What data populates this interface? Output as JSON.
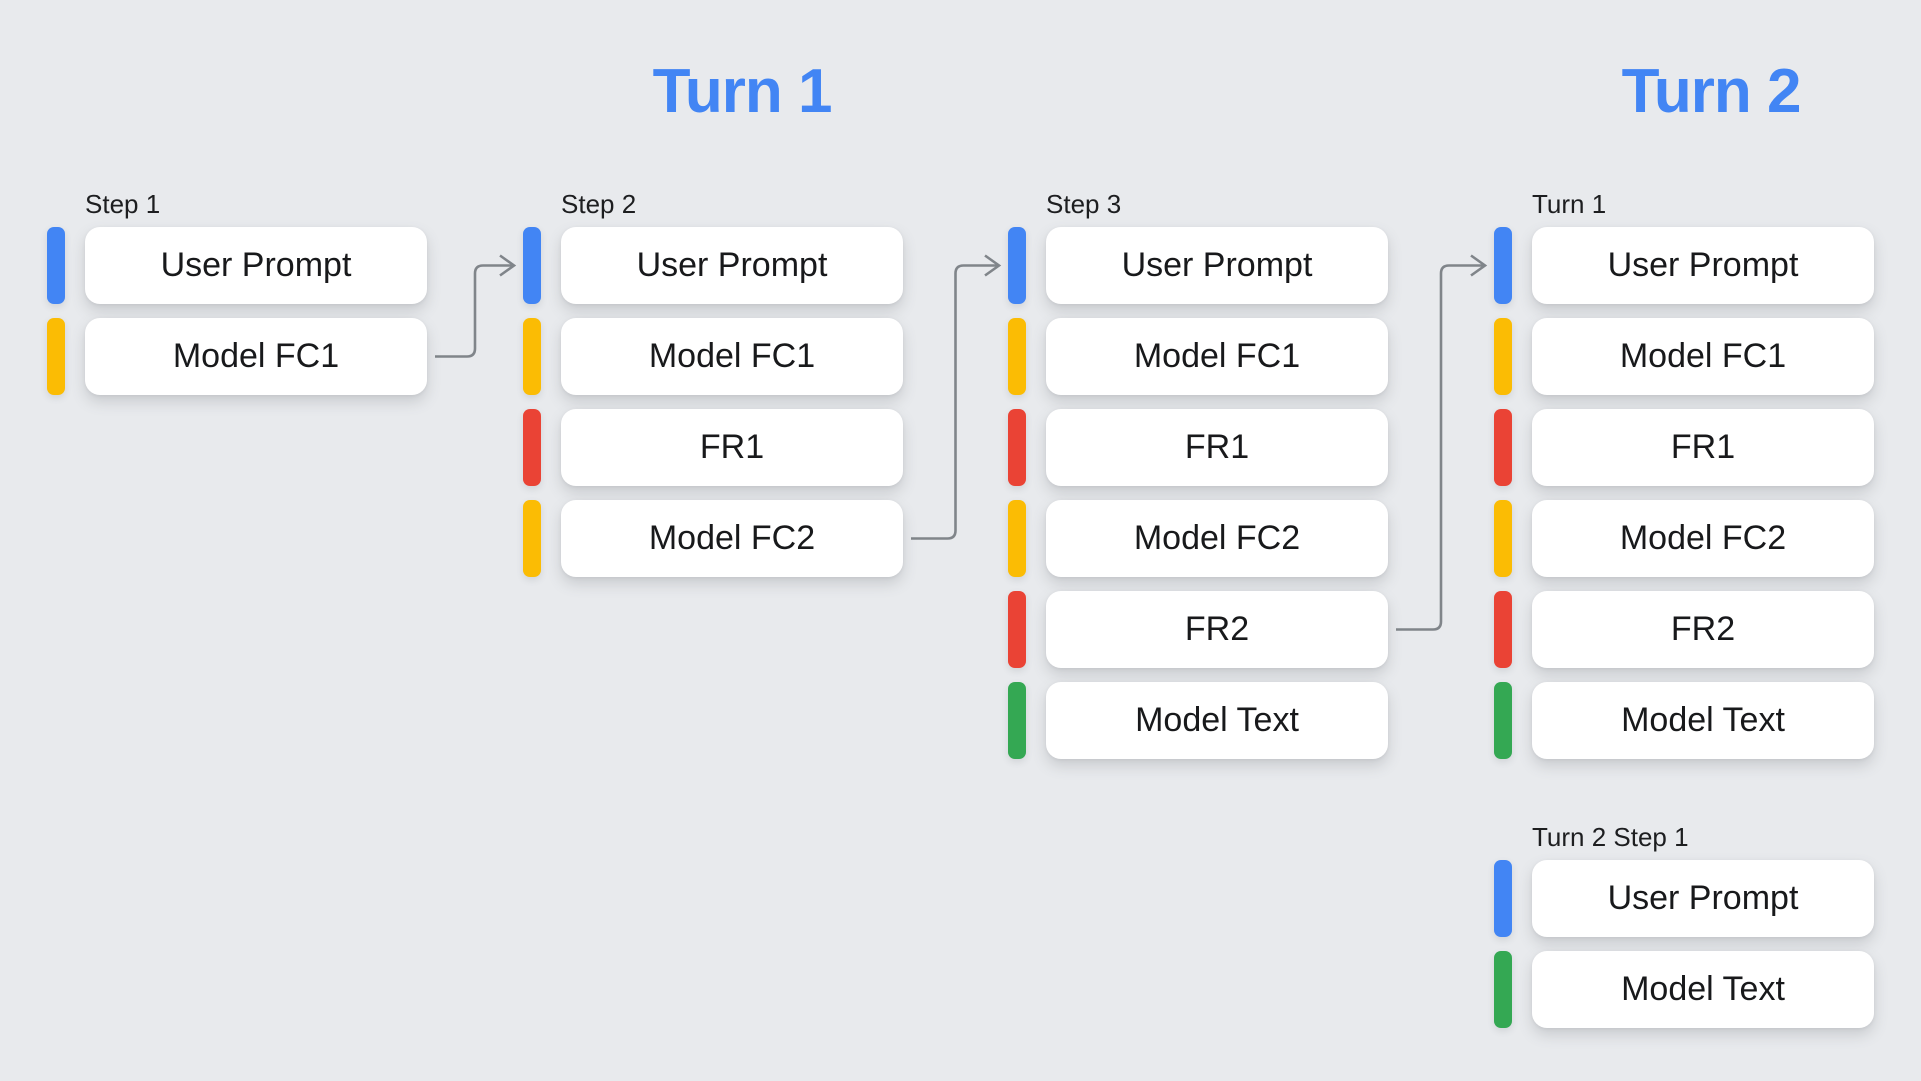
{
  "titles": {
    "turn1": "Turn 1",
    "turn2": "Turn 2"
  },
  "colors": {
    "background": "#E8EAED",
    "card": "#FFFFFF",
    "card_text": "#18191B",
    "label_text": "#1D1E20",
    "title": "#4285F4",
    "arrow": "#80858A",
    "blue": "#4285F4",
    "yellow": "#FBBC04",
    "red": "#EA4335",
    "green": "#34A853"
  },
  "columns": [
    {
      "label": "Step 1",
      "items": [
        {
          "text": "User Prompt",
          "color": "blue"
        },
        {
          "text": "Model FC1",
          "color": "yellow"
        }
      ]
    },
    {
      "label": "Step 2",
      "items": [
        {
          "text": "User Prompt",
          "color": "blue"
        },
        {
          "text": "Model FC1",
          "color": "yellow"
        },
        {
          "text": "FR1",
          "color": "red"
        },
        {
          "text": "Model FC2",
          "color": "yellow"
        }
      ]
    },
    {
      "label": "Step 3",
      "items": [
        {
          "text": "User Prompt",
          "color": "blue"
        },
        {
          "text": "Model FC1",
          "color": "yellow"
        },
        {
          "text": "FR1",
          "color": "red"
        },
        {
          "text": "Model FC2",
          "color": "yellow"
        },
        {
          "text": "FR2",
          "color": "red"
        },
        {
          "text": "Model Text",
          "color": "green"
        }
      ]
    },
    {
      "label": "Turn 1",
      "items": [
        {
          "text": "User Prompt",
          "color": "blue"
        },
        {
          "text": "Model FC1",
          "color": "yellow"
        },
        {
          "text": "FR1",
          "color": "red"
        },
        {
          "text": "Model FC2",
          "color": "yellow"
        },
        {
          "text": "FR2",
          "color": "red"
        },
        {
          "text": "Model Text",
          "color": "green"
        }
      ]
    },
    {
      "label": "Turn 2 Step 1",
      "items": [
        {
          "text": "User Prompt",
          "color": "blue"
        },
        {
          "text": "Model Text",
          "color": "green"
        }
      ]
    }
  ],
  "arrows": [
    {
      "from": [
        0,
        1
      ],
      "to": [
        1,
        0
      ]
    },
    {
      "from": [
        1,
        3
      ],
      "to": [
        2,
        0
      ]
    },
    {
      "from": [
        2,
        4
      ],
      "to": [
        3,
        0
      ]
    }
  ]
}
